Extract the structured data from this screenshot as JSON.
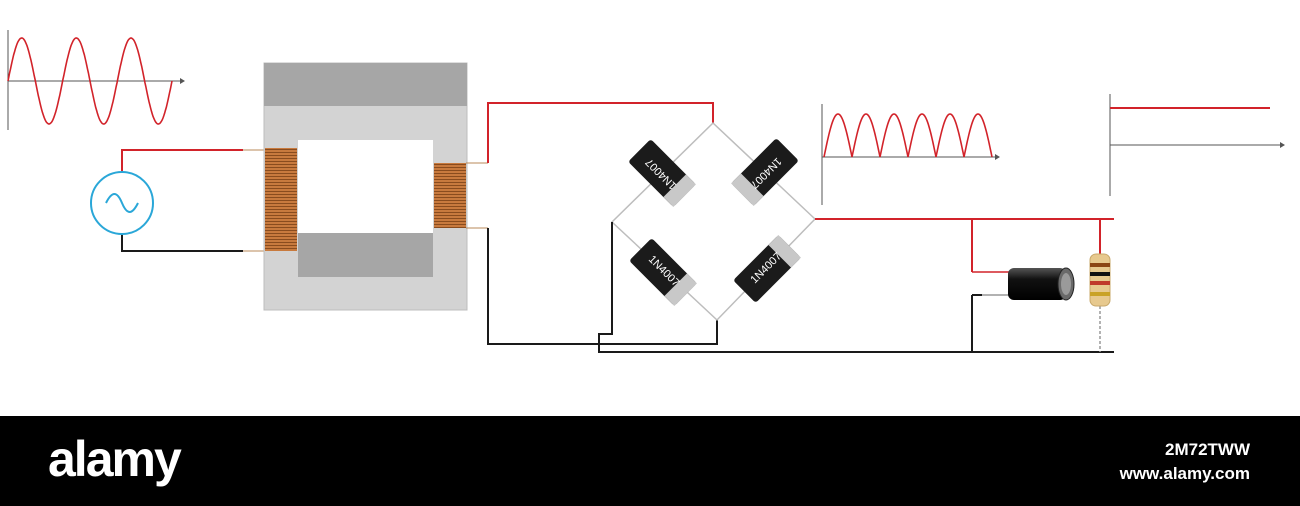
{
  "diagram": {
    "diodes": [
      {
        "label": "1N4007"
      },
      {
        "label": "1N4007"
      },
      {
        "label": "1N4007"
      },
      {
        "label": "1N4007"
      }
    ],
    "colors": {
      "positive_wire": "#d2232a",
      "negative_wire": "#1a1a1a",
      "source_circle": "#2aa7d8",
      "coil": "#c0733a",
      "core": "#d3d3d3",
      "core_dark": "#a6a6a6"
    },
    "icons": {
      "source": "ac-source-icon",
      "transformer": "transformer-icon",
      "capacitor": "capacitor-icon",
      "resistor": "resistor-icon"
    }
  },
  "watermark": {
    "brand": "alamy",
    "image_id": "2M72TWW",
    "site": "www.alamy.com"
  }
}
